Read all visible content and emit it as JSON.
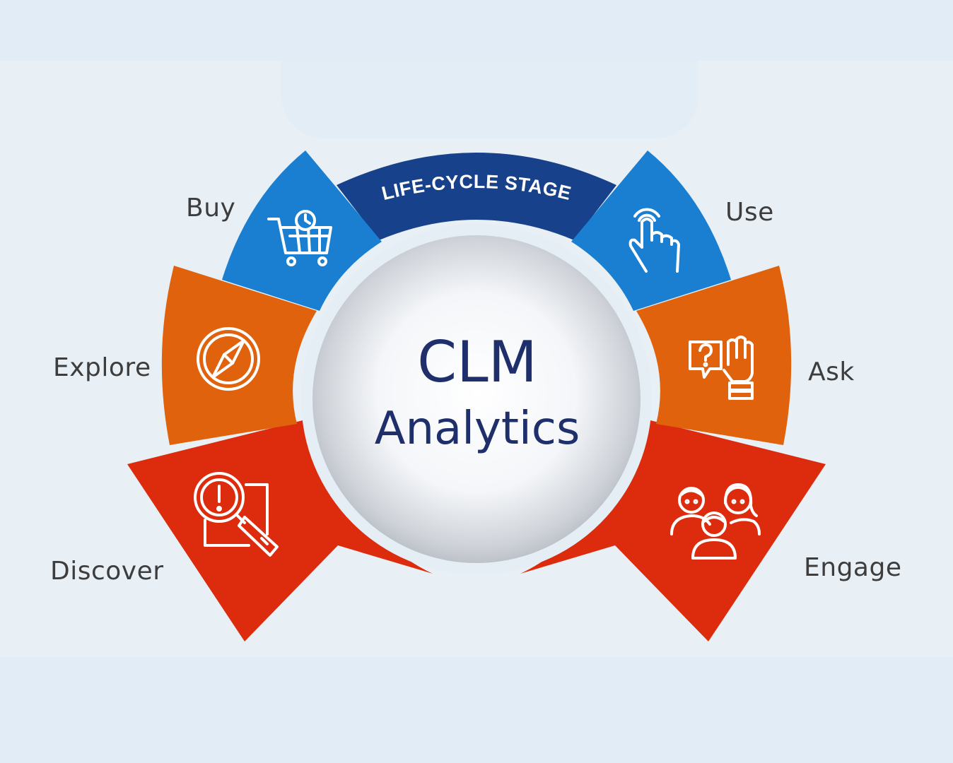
{
  "header": {
    "label": "LIFE-CYCLE STAGE"
  },
  "center": {
    "line1": "CLM",
    "line2": "Analytics"
  },
  "stages": [
    {
      "label": "Buy",
      "icon": "shopping-cart-icon",
      "color": "#1a7fd1"
    },
    {
      "label": "Use",
      "icon": "touch-hand-icon",
      "color": "#1a7fd1"
    },
    {
      "label": "Explore",
      "icon": "compass-icon",
      "color": "#e0620c"
    },
    {
      "label": "Ask",
      "icon": "question-hand-icon",
      "color": "#e0620c"
    },
    {
      "label": "Discover",
      "icon": "magnifier-alert-icon",
      "color": "#dd2c0d"
    },
    {
      "label": "Engage",
      "icon": "people-group-icon",
      "color": "#dd2c0d"
    }
  ],
  "colors": {
    "navy": "#17418a",
    "blue": "#1a7fd1",
    "orange": "#e0620c",
    "red": "#dd2c0d",
    "center_text": "#1e2f6b",
    "label_text": "#3d3d3d"
  }
}
